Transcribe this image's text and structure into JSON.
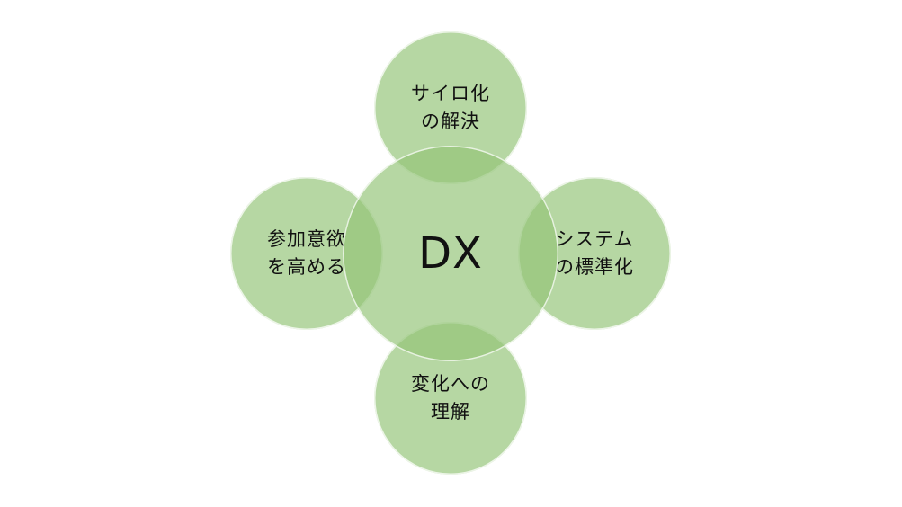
{
  "diagram": {
    "type": "radial-venn",
    "center": {
      "label": "DX"
    },
    "nodes": [
      {
        "position": "top",
        "label": "サイロ化\nの解決"
      },
      {
        "position": "left",
        "label": "参加意欲\nを高める"
      },
      {
        "position": "right",
        "label": "システム\nの標準化"
      },
      {
        "position": "bottom",
        "label": "変化への\n理解"
      }
    ],
    "colors": {
      "circle_fill": "#b5d6a4",
      "overlap_fill": "#93c17a",
      "outline": "#ffffff",
      "text": "#111111",
      "background": "#ffffff"
    }
  }
}
